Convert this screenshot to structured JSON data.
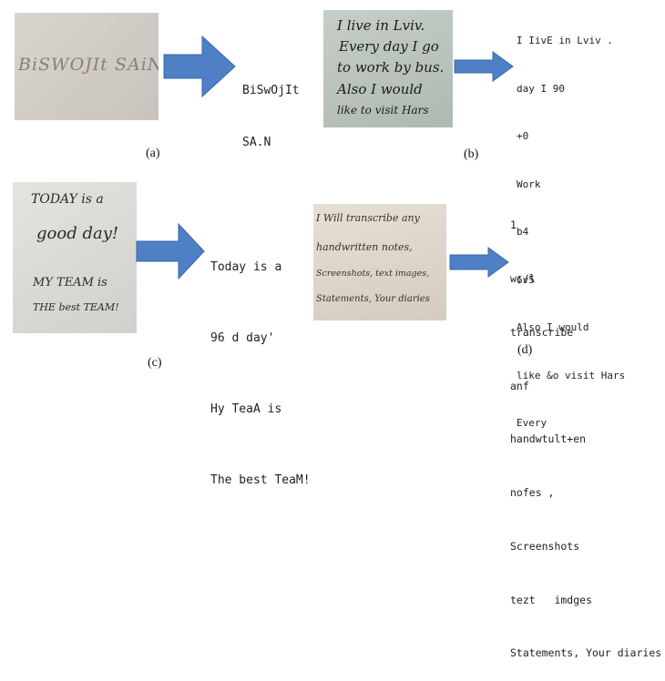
{
  "panels": {
    "a": {
      "caption": "(a)",
      "handwriting": "BiSWOJIt  SAiN",
      "ocr_lines": [
        "BiSwOjIt",
        "SA.N"
      ]
    },
    "b": {
      "caption": "(b)",
      "handwriting_lines": [
        "I live in Lviv.",
        "Every day I go",
        "to work by bus.",
        "Also I would",
        "like to visit Hars"
      ],
      "ocr_lines": [
        "I IivE in Lviv .",
        "day I 90",
        "+0",
        "Work",
        "b4",
        "6v5",
        "Also I would",
        "like &o visit Hars",
        "Every"
      ]
    },
    "c": {
      "caption": "(c)",
      "handwriting_lines": [
        "TODAY is a",
        "good day!",
        "MY TEAM is",
        "THE best TEAM!"
      ],
      "ocr_lines": [
        "Today is a",
        "96 d day'",
        "Hy TeaA is",
        "The best TeaM!"
      ]
    },
    "d": {
      "caption": "(d)",
      "handwriting_lines": [
        "I Will transcribe any",
        "handwritten notes,",
        "Screenshots, text images,",
        "Statements, Your diaries"
      ],
      "ocr_lines": [
        "1",
        "w;/l",
        "transcribe",
        "anf",
        "handwtult+en",
        "nofes ,",
        "Screenshots",
        "tezt   imdges",
        "Statements, Your diaries"
      ]
    }
  },
  "colors": {
    "arrow": "#4f7fc4",
    "arrow_stroke": "#3a68a8"
  }
}
